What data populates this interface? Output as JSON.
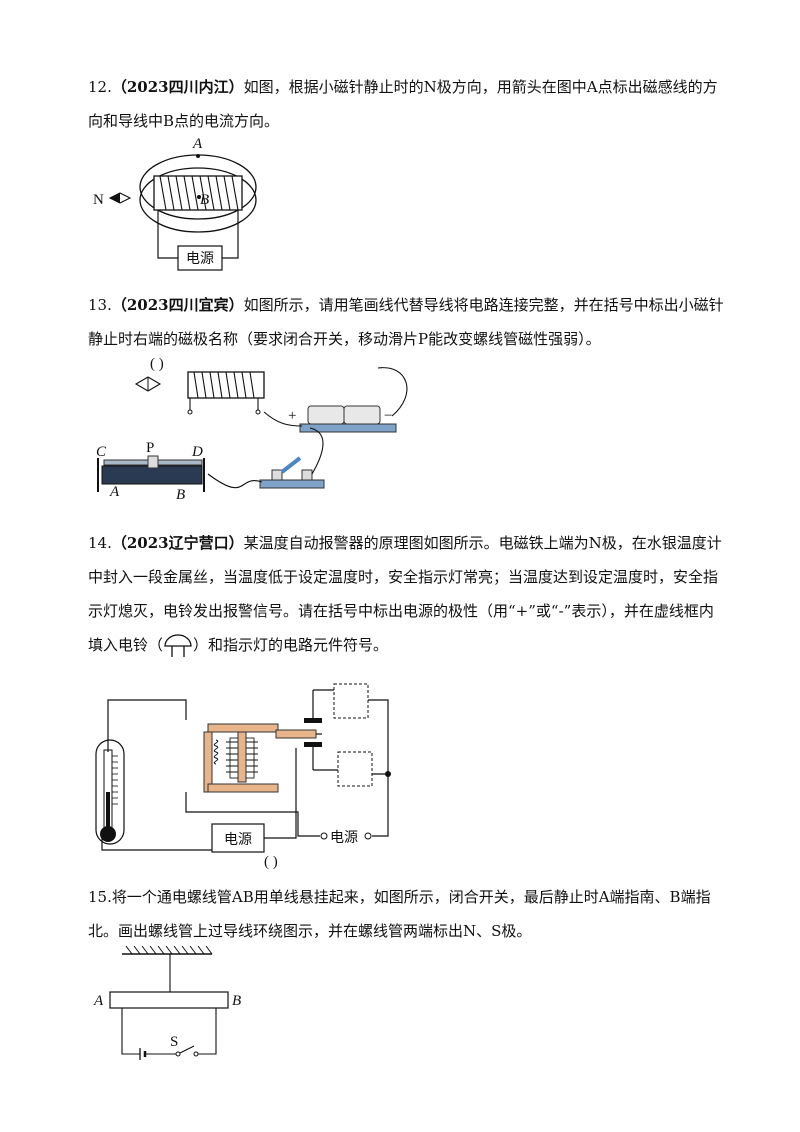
{
  "q12": {
    "num": "12.",
    "source": "（2023四川内江）",
    "text": "如图，根据小磁针静止时的N极方向，用箭头在图中A点标出磁感线的方向和导线中B点的电流方向。",
    "fig": {
      "label_a": "A",
      "label_b": "B",
      "label_n": "N",
      "power": "电源"
    }
  },
  "q13": {
    "num": "13.",
    "source": "（2023四川宜宾）",
    "text": "如图所示，请用笔画线代替导线将电路连接完整，并在括号中标出小磁针静止时右端的磁极名称（要求闭合开关，移动滑片P能改变螺线管磁性强弱）。",
    "fig": {
      "paren": "( )",
      "plus": "+",
      "minus": "−",
      "c": "C",
      "p": "P",
      "d": "D",
      "a": "A",
      "b": "B"
    }
  },
  "q14": {
    "num": "14.",
    "source": "（2023辽宁营口）",
    "text1": "某温度自动报警器的原理图如图所示。电磁铁上端为N极，在水银温度计中封入一段金属丝，当温度低于设定温度时，安全指示灯常亮；当温度达到设定温度时，安全指示灯熄灭，电铃发出报警信号。请在括号中标出电源的极性（用“+”或“-”表示），并在虚线框内填入电铃（",
    "text2": "）和指示灯的电路元件符号。",
    "fig": {
      "power1": "电源",
      "power2": "电源",
      "paren": "(    )"
    }
  },
  "q15": {
    "num": "15.",
    "text": "将一个通电螺线管AB用单线悬挂起来，如图所示，闭合开关，最后静止时A端指南、B端指北。画出螺线管上过导线环绕图示，并在螺线管两端标出N、S极。",
    "fig": {
      "a": "A",
      "b": "B",
      "s": "S"
    }
  }
}
